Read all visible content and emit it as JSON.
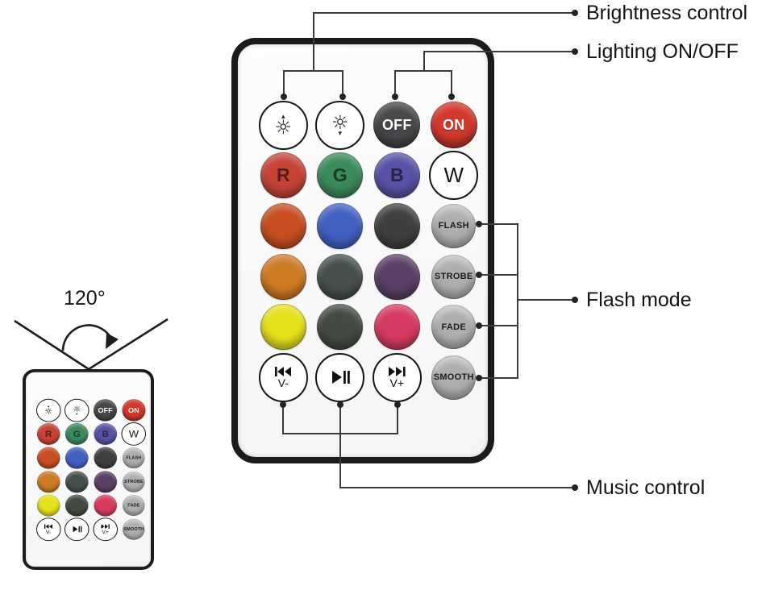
{
  "callout_labels": {
    "brightness": "Brightness control",
    "lighting": "Lighting ON/OFF",
    "flash_mode": "Flash mode",
    "music": "Music control"
  },
  "angle": {
    "text": "120°"
  },
  "remote": {
    "buttons": {
      "brightness_up": {
        "icon": "sun-brightness-up",
        "sun_glyph": "☼",
        "arrow_glyph": "▴"
      },
      "brightness_down": {
        "icon": "sun-brightness-down",
        "sun_glyph": "☼",
        "arrow_glyph": "▾"
      },
      "off": {
        "label": "OFF",
        "color": "#48484b",
        "text_color": "#ffffff"
      },
      "on": {
        "label": "ON",
        "color": "#d2382b",
        "text_color": "#ffffff"
      },
      "red": {
        "label": "R",
        "color": "#c64336"
      },
      "green": {
        "label": "G",
        "color": "#3a8a5c"
      },
      "blue": {
        "label": "B",
        "color": "#5852a6"
      },
      "white": {
        "label": "W",
        "color": "#ffffff"
      },
      "orange_red": {
        "color": "#c74e20"
      },
      "royal_blue": {
        "color": "#4161c2"
      },
      "dark_gray": {
        "color": "#3f3f41"
      },
      "flash": {
        "label": "FLASH",
        "color": "#aeaeb0"
      },
      "orange": {
        "color": "#ce7b24"
      },
      "dark_slate": {
        "color": "#46504a"
      },
      "dark_purple": {
        "color": "#5a3f66"
      },
      "strobe": {
        "label": "STROBE",
        "color": "#aeaeb0"
      },
      "yellow": {
        "color": "#e5e11c"
      },
      "dark_olive": {
        "color": "#434a41"
      },
      "rose": {
        "color": "#d63a60"
      },
      "fade": {
        "label": "FADE",
        "color": "#aeaeb0"
      },
      "prev": {
        "label": "V-",
        "icon": "skip-back"
      },
      "play_pause": {
        "icon": "play-pause"
      },
      "next": {
        "label": "V+",
        "icon": "skip-forward"
      },
      "smooth": {
        "label": "SMOOTH",
        "color": "#aeaeb0"
      }
    }
  }
}
